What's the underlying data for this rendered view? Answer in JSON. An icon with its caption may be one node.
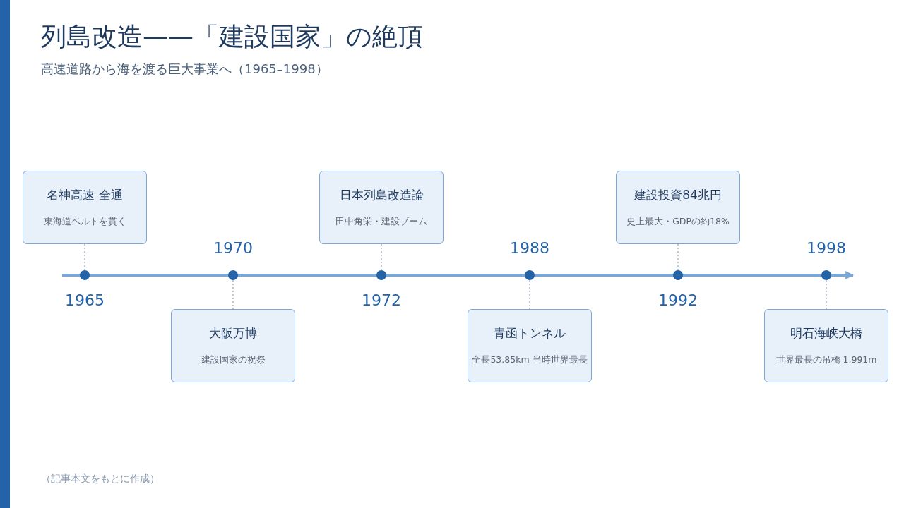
{
  "diagram": {
    "title": "列島改造——「建設国家」の絶頂",
    "caption": "（記事本文をもとに作成）",
    "nodes": [
      {
        "text": [
          "名神高速 全通",
          "東海道ベルトを貫く"
        ]
      },
      {
        "text": [
          "大阪万博",
          "建設国家の祝祭"
        ]
      },
      {
        "text": [
          "日本列島改造論",
          "田中角栄・建設ブーム"
        ]
      },
      {
        "text": [
          "青函トンネル",
          "全長53.85km 当時世界最長"
        ]
      },
      {
        "text": [
          "建設投資84兆円",
          "史上最大・GDPの約18%"
        ]
      },
      {
        "text": [
          "明石海峡大橋",
          "世界最長の吊橋 1,991m"
        ]
      },
      {
        "text": [],
        "shape": "circle",
        "beside": [
          "1965"
        ]
      },
      {
        "text": [],
        "shape": "circle",
        "beside": [
          "1970"
        ]
      },
      {
        "text": [],
        "shape": "circle",
        "beside": [
          "1972"
        ]
      },
      {
        "text": [],
        "shape": "circle",
        "beside": [
          "1988"
        ]
      },
      {
        "text": [],
        "shape": "circle",
        "beside": [
          "1992"
        ]
      },
      {
        "text": [],
        "shape": "circle",
        "beside": [
          "1998"
        ]
      }
    ],
    "edges": [
      {
        "from": 0,
        "to": 6,
        "arrow": "none",
        "style": "dashed"
      },
      {
        "from": 7,
        "to": 1,
        "arrow": "none",
        "style": "dashed"
      },
      {
        "from": 2,
        "to": 8,
        "arrow": "none",
        "style": "dashed"
      },
      {
        "from": 9,
        "to": 3,
        "arrow": "none",
        "style": "dashed"
      },
      {
        "from": 4,
        "to": 10,
        "arrow": "none",
        "style": "dashed"
      },
      {
        "from": 11,
        "to": 5,
        "arrow": "none",
        "style": "dashed"
      }
    ],
    "labels": [
      "高速道路から海を渡る巨大事業へ（1965–1998）"
    ]
  }
}
